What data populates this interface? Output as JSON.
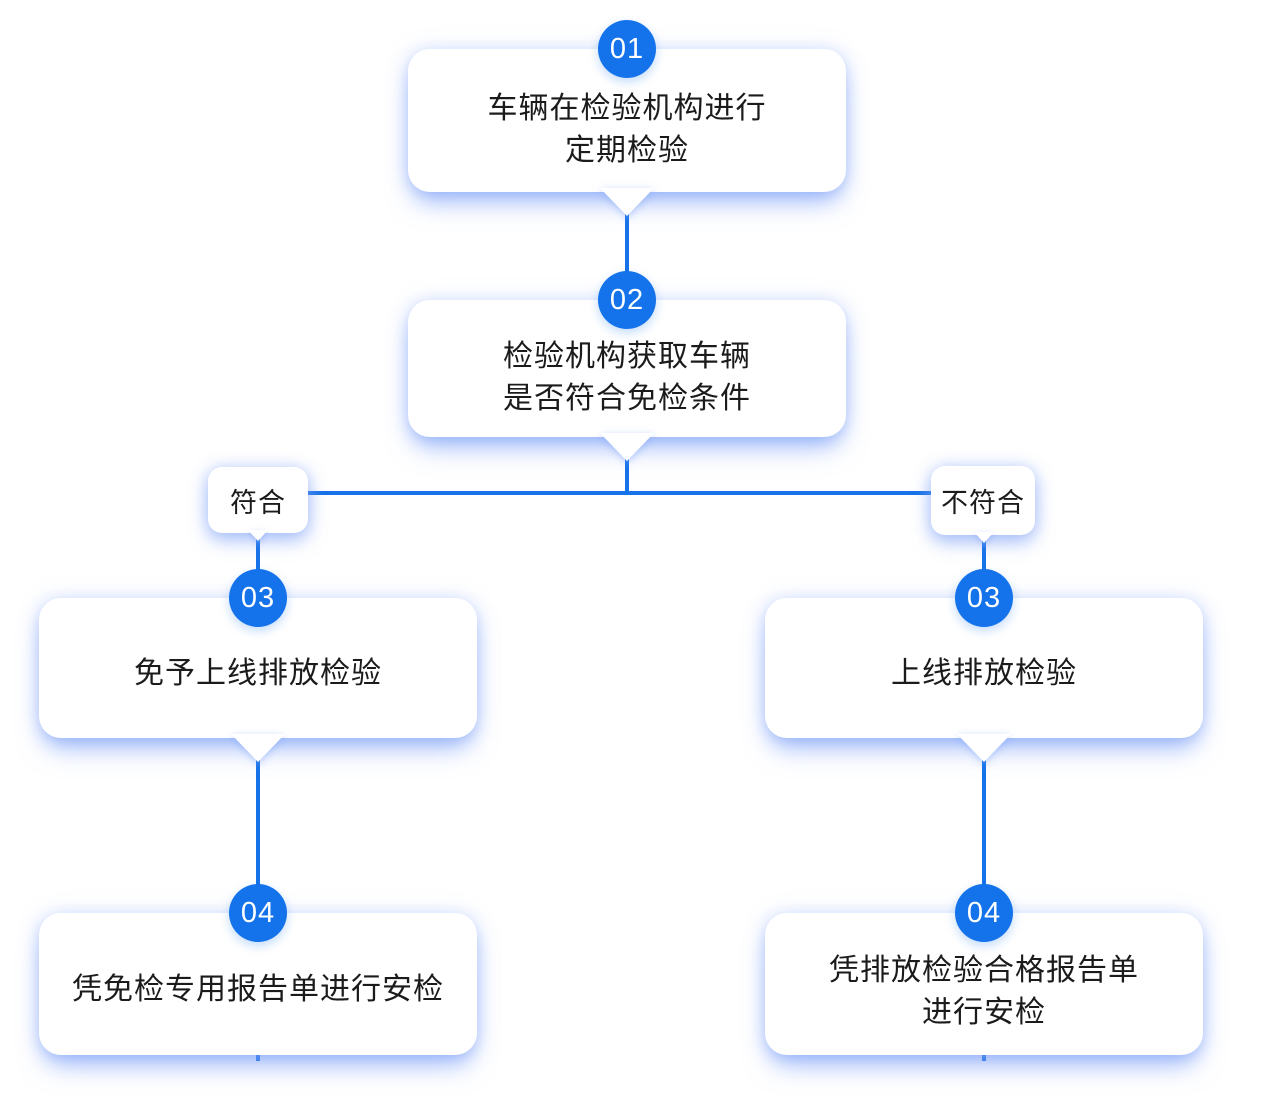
{
  "colors": {
    "accent": "#1473EB",
    "line": "#1673E9",
    "text": "#1B1B1B",
    "glow": "#AFC6F7",
    "box_bg": "#FFFFFF"
  },
  "flowchart": {
    "step1": {
      "badge": "01",
      "line1": "车辆在检验机构进行",
      "line2": "定期检验"
    },
    "step2": {
      "badge": "02",
      "line1": "检验机构获取车辆",
      "line2": "是否符合免检条件"
    },
    "branch_yes": {
      "label": "符合"
    },
    "branch_no": {
      "label": "不符合"
    },
    "step3_left": {
      "badge": "03",
      "line1": "免予上线排放检验"
    },
    "step3_right": {
      "badge": "03",
      "line1": "上线排放检验"
    },
    "step4_left": {
      "badge": "04",
      "line1": "凭免检专用报告单进行安检"
    },
    "step4_right": {
      "badge": "04",
      "line1": "凭排放检验合格报告单",
      "line2": "进行安检"
    }
  }
}
